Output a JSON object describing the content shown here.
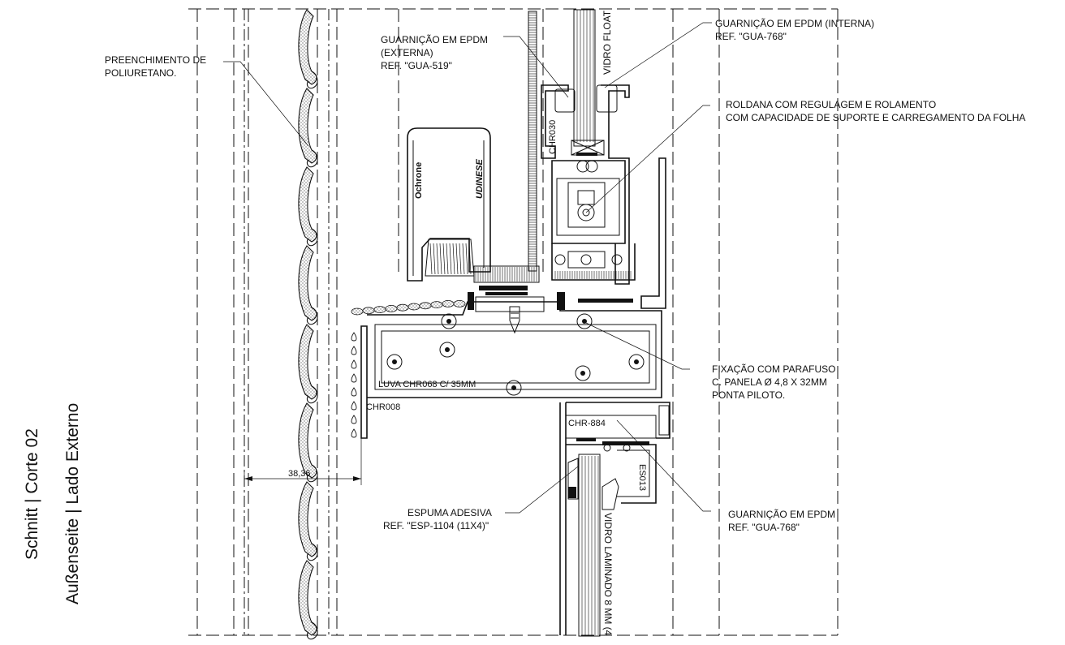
{
  "title": {
    "line1": "Schnitt | Corte 02",
    "line2": "Außenseite | Lado Externo"
  },
  "labels": {
    "preenchimento": [
      "PREENCHIMENTO DE",
      "POLIURETANO."
    ],
    "gua519": [
      "GUARNIÇÃO EM EPDM",
      "(EXTERNA)",
      "REF. \"GUA-519\""
    ],
    "gua768_top": [
      "GUARNIÇÃO EM EPDM (INTERNA)",
      "REF. \"GUA-768\""
    ],
    "roldana": [
      "ROLDANA COM REGULAGEM E ROLAMENTO",
      "COM CAPACIDADE DE SUPORTE E CARREGAMENTO DA FOLHA"
    ],
    "fixacao": [
      "FIXAÇÃO COM PARAFUSO",
      "C. PANELA Ø 4,8 X 32MM",
      "PONTA PILOTO."
    ],
    "espuma": [
      "ESPUMA ADESIVA",
      "REF. \"ESP-1104 (11X4)\""
    ],
    "gua768_bottom": [
      "GUARNIÇÃO EM EPDM",
      "REF. \"GUA-768\""
    ],
    "luva": "LUVA CHR068 C/ 35MM",
    "chr008": "CHR008",
    "chr884": "CHR-884",
    "chr030": "CHR030",
    "es013": "ES013",
    "vidro_float": "VIDRO FLOAT",
    "vidro_laminado": "VIDRO LAMINADO 8 MM (4",
    "dimension": "38,36",
    "brand_ochrone": "Ochrone",
    "brand_udinese": "UDINESE"
  }
}
